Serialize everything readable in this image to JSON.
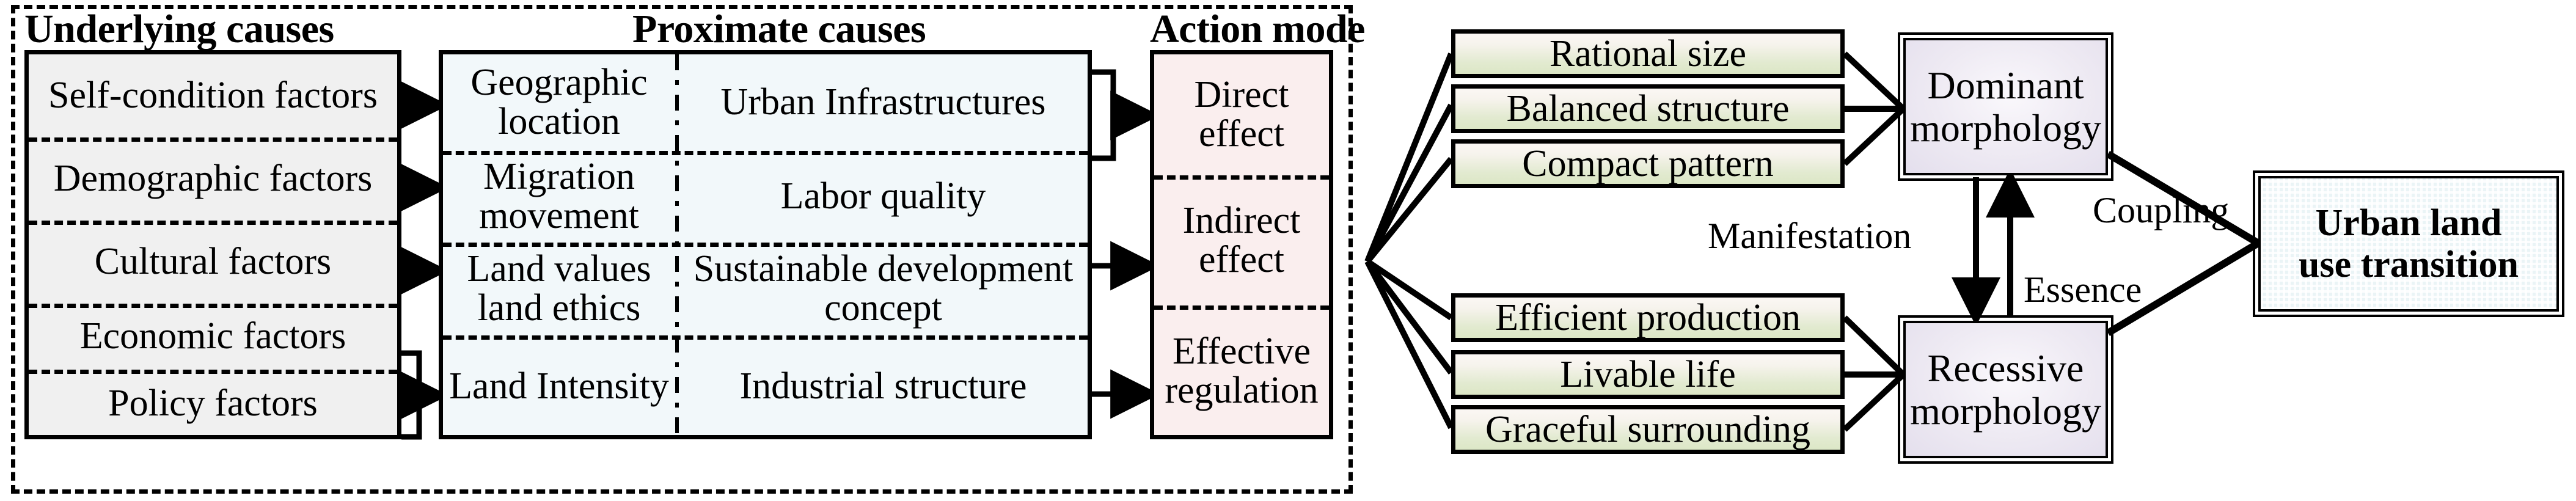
{
  "groups": {
    "underlying": "Underlying causes",
    "proximate": "Proximate causes",
    "action": "Action mode"
  },
  "underlying_causes": {
    "items": [
      "Self-condition factors",
      "Demographic factors",
      "Cultural factors",
      "Economic factors",
      "Policy factors"
    ]
  },
  "proximate_causes": {
    "left_column": [
      "Geographic location",
      "Migration movement",
      "Land values land ethics",
      "Land Intensity"
    ],
    "right_column": [
      "Urban Infrastructures",
      "Labor quality",
      "Sustainable development concept",
      "Industrial structure"
    ]
  },
  "action_mode": {
    "items": [
      "Direct effect",
      "Indirect effect",
      "Effective regulation"
    ]
  },
  "dominant_indicators": [
    "Rational size",
    "Balanced structure",
    "Compact pattern"
  ],
  "recessive_indicators": [
    "Efficient production",
    "Livable life",
    "Graceful surrounding"
  ],
  "morphology": {
    "dominant": "Dominant morphology",
    "recessive": "Recessive morphology"
  },
  "edge_labels": {
    "manifestation": "Manifestation",
    "essence": "Essence",
    "coupling": "Coupling"
  },
  "outcome": {
    "title_line1": "Urban land",
    "title_line2": "use transition"
  },
  "colors": {
    "stroke": "#000000",
    "panel_gray": "#f0f0f0",
    "panel_blue": "#f2f8fa",
    "panel_pink": "#faeeee",
    "green_fill": "#dce7c6",
    "lavender_fill": "#e4dfed",
    "outcome_fill": "#eaf4f6"
  }
}
